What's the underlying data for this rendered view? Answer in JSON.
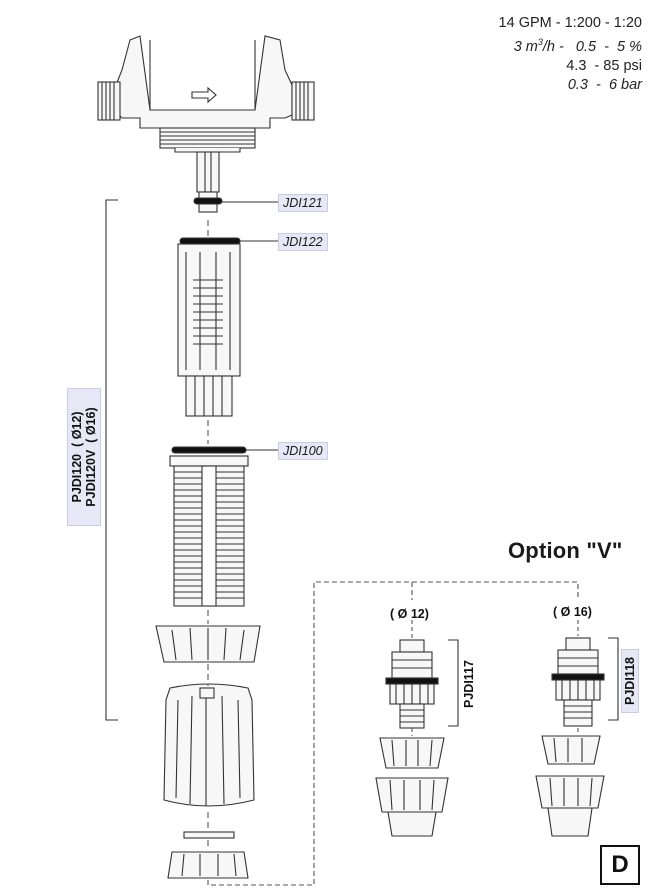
{
  "specs": {
    "line1": "14 GPM - 1:200 - 1:20",
    "line2_prefix": "3 m",
    "line2_sup": "3",
    "line2_suffix": "/h -   0.5  -  5 %",
    "line3": "4.3  - 85 psi",
    "line4": "0.3  -  6 bar"
  },
  "labels": {
    "jdi121": "JDI121",
    "jdi122": "JDI122",
    "jdi100": "JDI100",
    "kit_line1": "PJDI120  ( Ø12)",
    "kit_line2": "PJDI120V  ( Ø16)",
    "option_title": "Option \"V\"",
    "diam12": "( Ø 12)",
    "diam16": "( Ø 16)",
    "pjdi117": "PJDI117",
    "pjdi118": "PJDI118",
    "section_letter": "D"
  },
  "colors": {
    "line": "#333333",
    "part_fill": "#f7f7f7",
    "tag_bg": "#e6e8f5",
    "oring": "#111111"
  }
}
